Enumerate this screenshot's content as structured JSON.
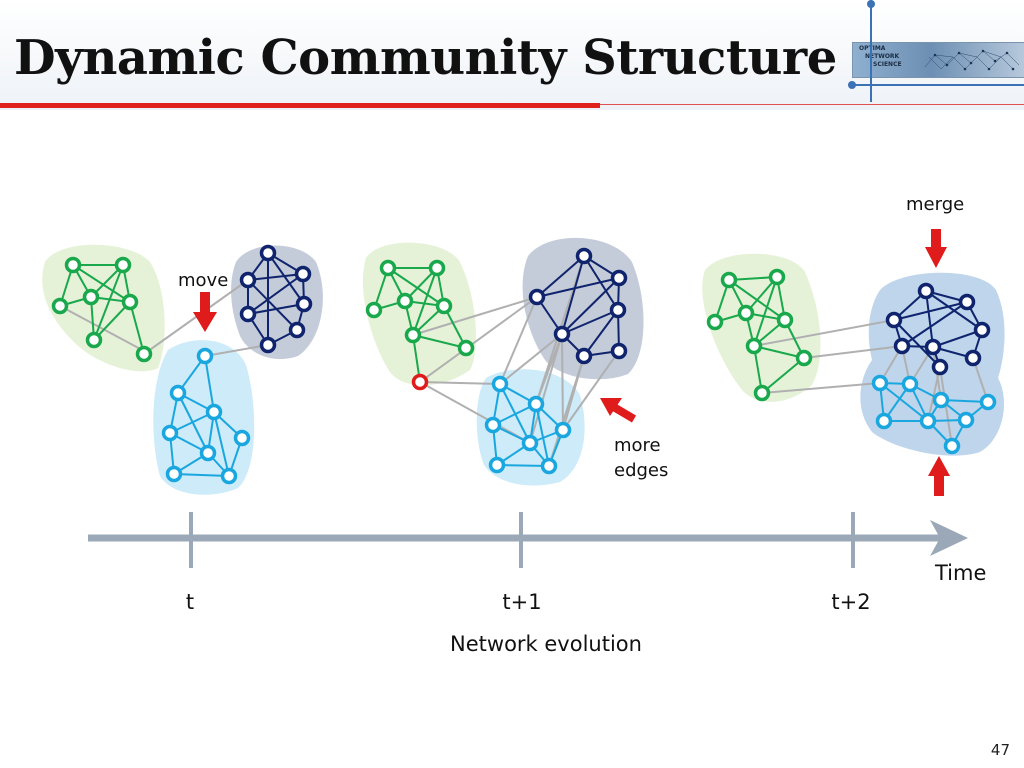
{
  "title": "Dynamic Community Structure",
  "logo_text": [
    "OPTIMA",
    "NETWORK",
    "SCIENCE"
  ],
  "labels": {
    "move": "move",
    "more_edges_1": "more",
    "more_edges_2": "edges",
    "merge": "merge",
    "time": "Time",
    "network_evolution": "Network evolution"
  },
  "timeline_ticks": [
    "t",
    "t+1",
    "t+2"
  ],
  "page_number": "47",
  "colors": {
    "green": "#1aa84c",
    "green_fill": "#e6f2d8",
    "navy": "#10246e",
    "navy_fill": "#c4cbd9",
    "cyan": "#1aa7e0",
    "cyan_fill": "#cdebf8",
    "merged_fill": "#bed5ec",
    "highlight_node": "#e01b1b",
    "arrow_red": "#e01b1b",
    "timeline": "#9aa8b8",
    "inter_edge": "#b0b0b0"
  }
}
